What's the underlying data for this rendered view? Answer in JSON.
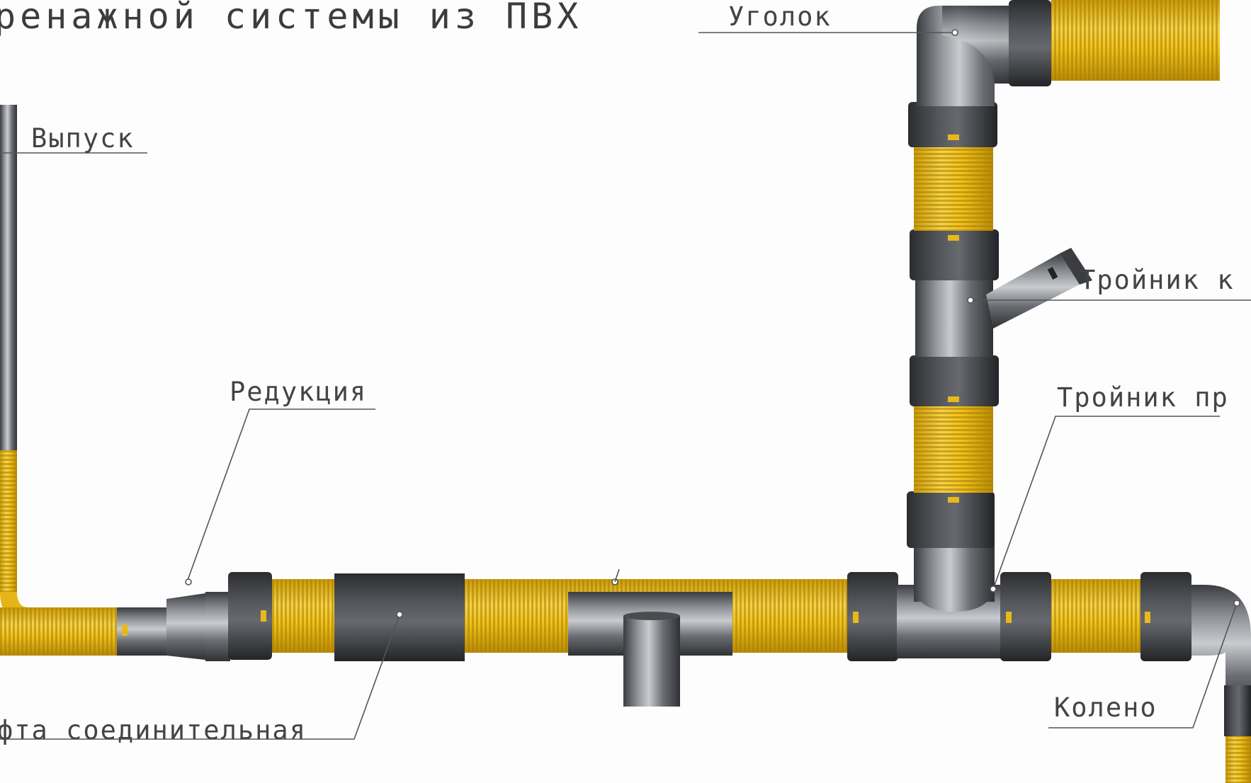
{
  "title": "ренажной системы из ПВХ",
  "labels": {
    "outlet": "Выпуск",
    "corner": "Уголок",
    "reducer": "Редукция",
    "tee_angled": "Тройник к",
    "tee_straight": "Тройник пр",
    "coupling": "фта соединительная",
    "elbow": "Колено"
  },
  "colors": {
    "corrugated_pipe": "#f1c21b",
    "fitting": "#5a5d63",
    "leader_line": "#555555"
  }
}
